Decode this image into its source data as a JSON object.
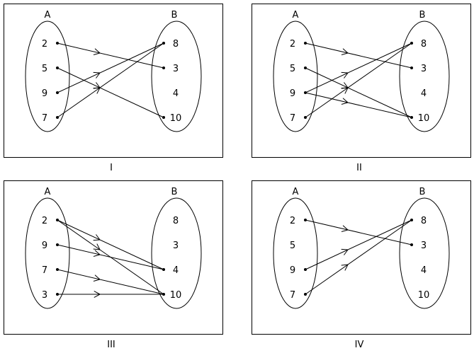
{
  "panels": [
    {
      "label": "I",
      "left_title": "A",
      "right_title": "B",
      "left_items": [
        "2",
        "5",
        "9",
        "7"
      ],
      "right_items": [
        "8",
        "3",
        "4",
        "10"
      ],
      "arrows": [
        {
          "from": "2",
          "to": "3"
        },
        {
          "from": "5",
          "to": "10"
        },
        {
          "from": "9",
          "to": "8"
        },
        {
          "from": "7",
          "to": "8"
        }
      ]
    },
    {
      "label": "II",
      "left_title": "A",
      "right_title": "B",
      "left_items": [
        "2",
        "5",
        "9",
        "7"
      ],
      "right_items": [
        "8",
        "3",
        "4",
        "10"
      ],
      "arrows": [
        {
          "from": "2",
          "to": "3"
        },
        {
          "from": "5",
          "to": "10"
        },
        {
          "from": "9",
          "to": "8"
        },
        {
          "from": "9",
          "to": "10"
        },
        {
          "from": "7",
          "to": "8"
        }
      ]
    },
    {
      "label": "III",
      "left_title": "A",
      "right_title": "B",
      "left_items": [
        "2",
        "9",
        "7",
        "3"
      ],
      "right_items": [
        "8",
        "3",
        "4",
        "10"
      ],
      "arrows": [
        {
          "from": "2",
          "to": "4"
        },
        {
          "from": "2",
          "to": "10"
        },
        {
          "from": "9",
          "to": "4"
        },
        {
          "from": "7",
          "to": "10"
        },
        {
          "from": "3",
          "to": "10"
        }
      ]
    },
    {
      "label": "IV",
      "left_title": "A",
      "right_title": "B",
      "left_items": [
        "2",
        "5",
        "9",
        "7"
      ],
      "right_items": [
        "8",
        "3",
        "4",
        "10"
      ],
      "arrows": [
        {
          "from": "2",
          "to": "3"
        },
        {
          "from": "9",
          "to": "8"
        },
        {
          "from": "7",
          "to": "8"
        }
      ],
      "dots_left": [
        "2",
        "9",
        "7"
      ]
    }
  ]
}
